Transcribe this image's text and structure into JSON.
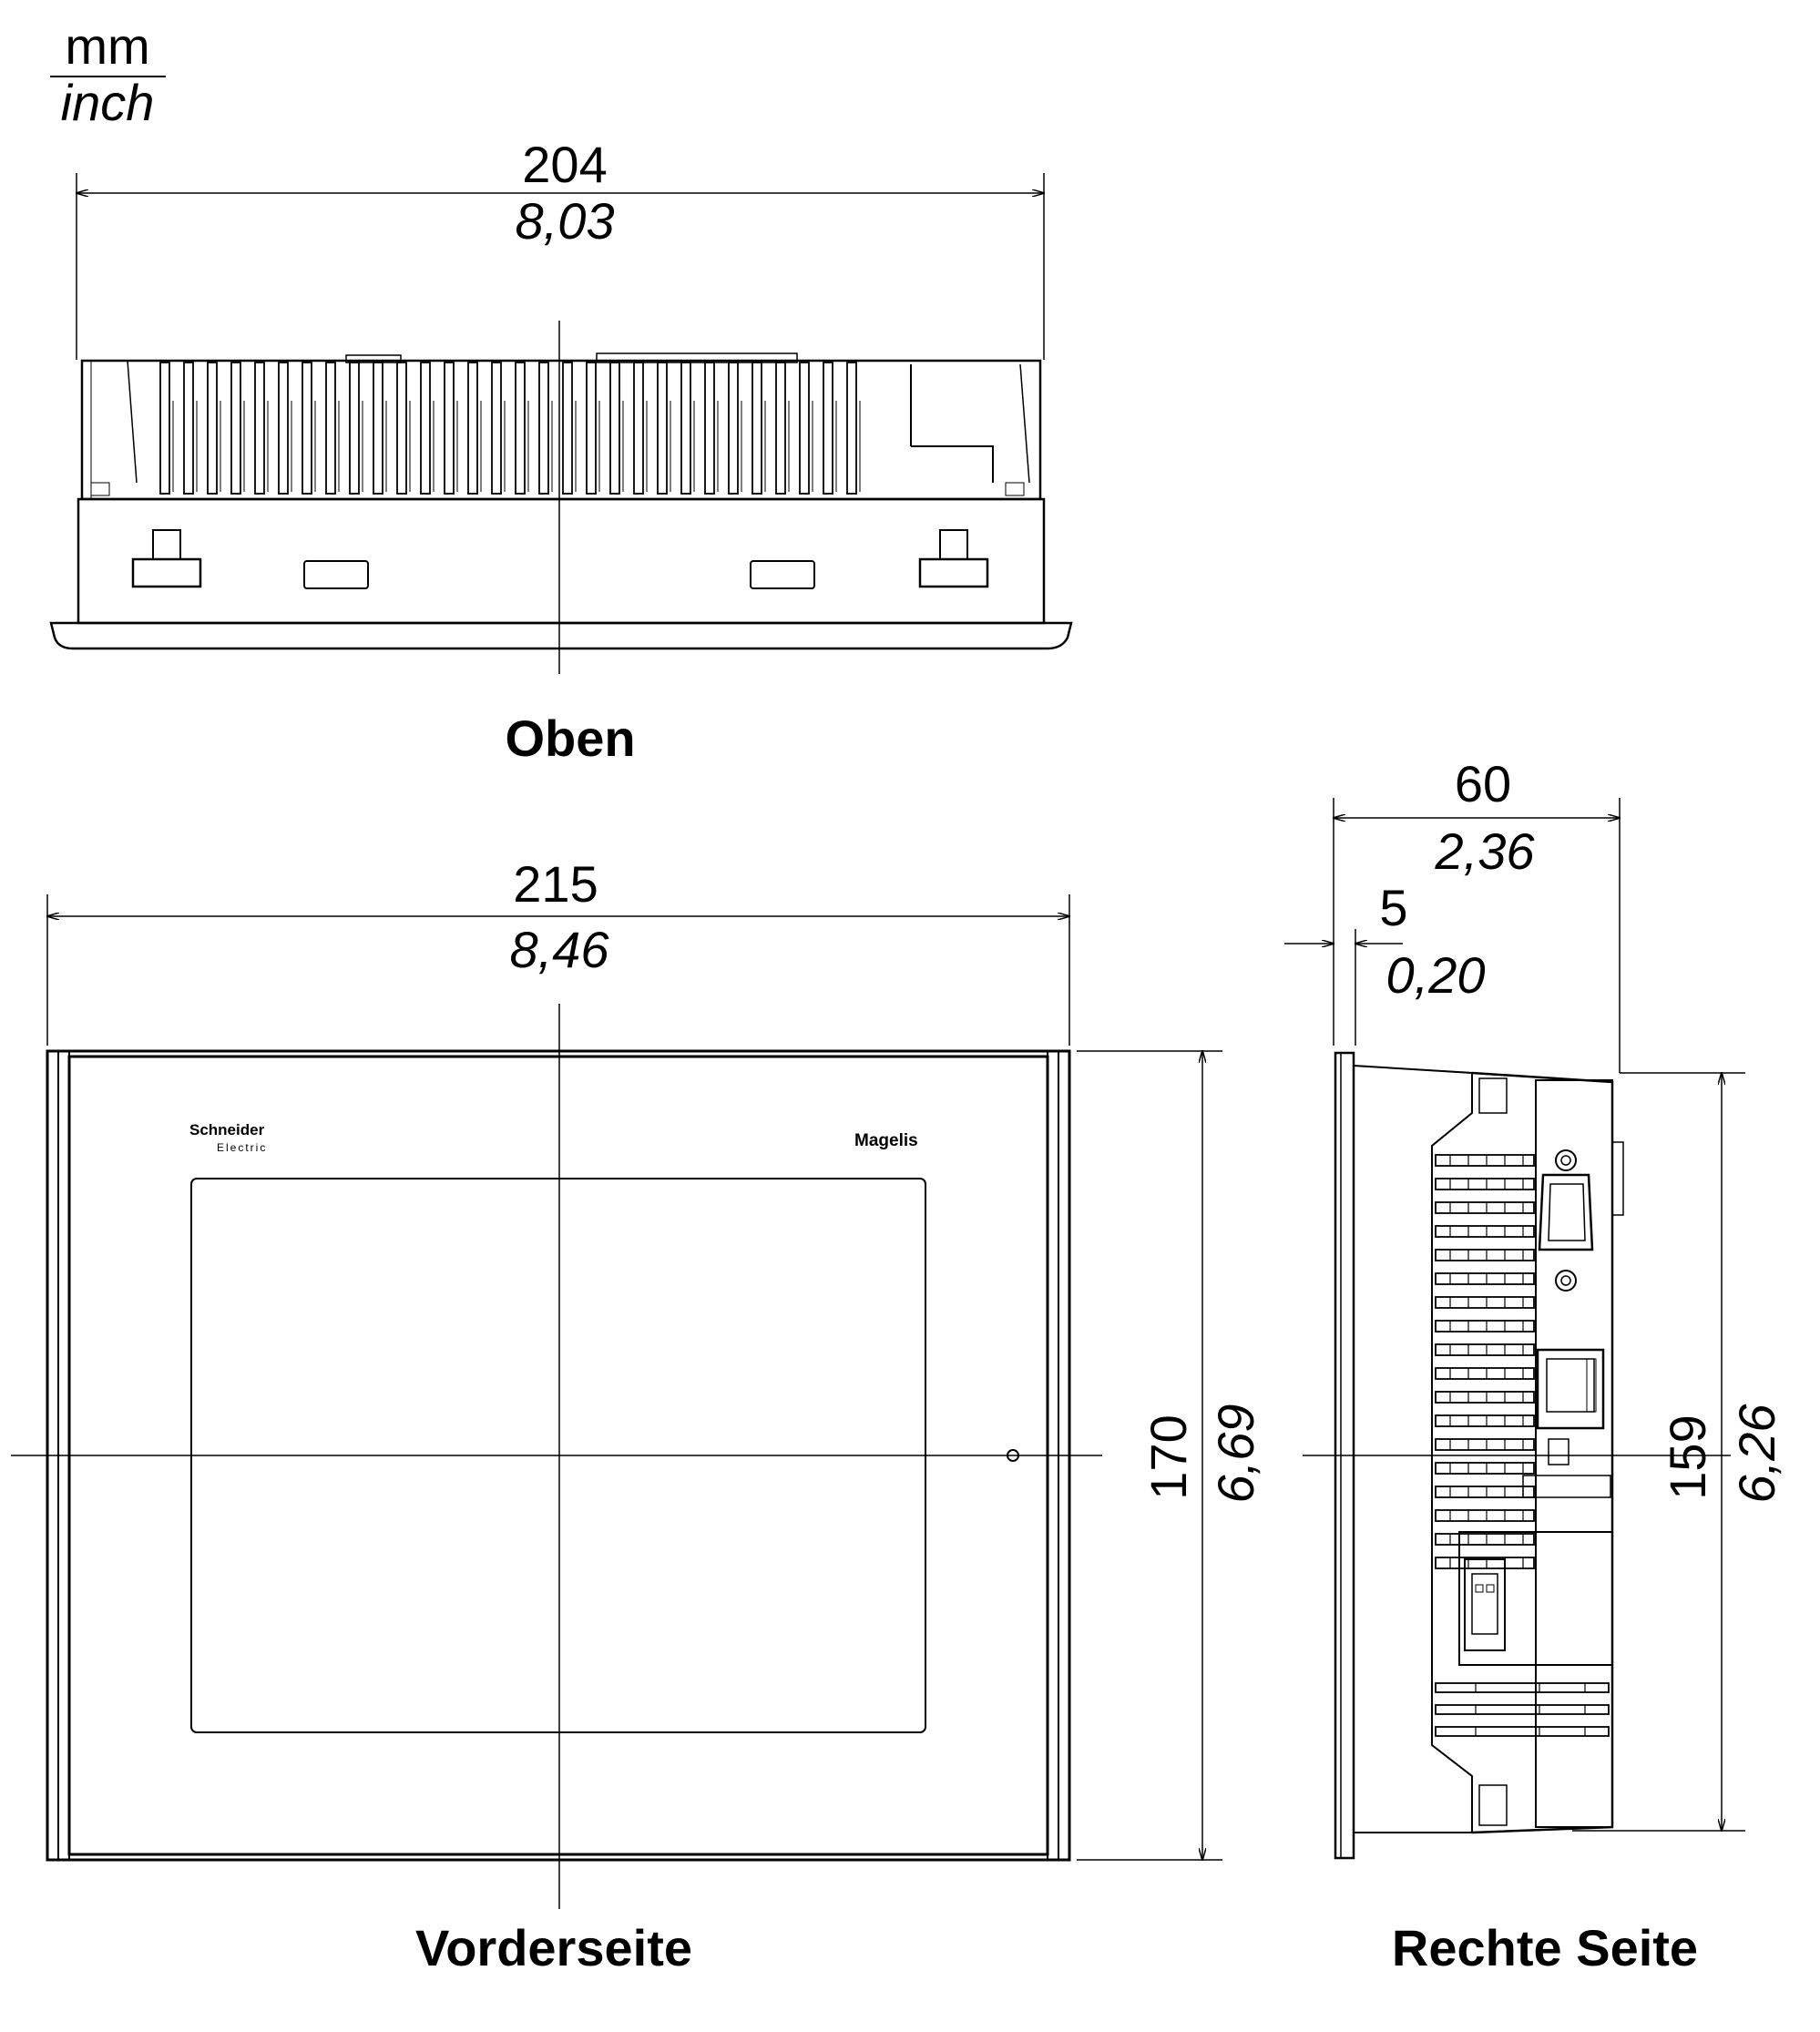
{
  "units": {
    "metric": "mm",
    "imperial": "inch"
  },
  "views": {
    "top": {
      "label": "Oben",
      "width_mm": "204",
      "width_inch": "8,03"
    },
    "front": {
      "label": "Vorderseite",
      "width_mm": "215",
      "width_inch": "8,46",
      "height_mm": "170",
      "height_inch": "6,69",
      "logo_brand": "Schneider",
      "logo_sub": "Electric",
      "product_name": "Magelis"
    },
    "side": {
      "label": "Rechte Seite",
      "depth_mm": "60",
      "depth_inch": "2,36",
      "bezel_mm": "5",
      "bezel_inch": "0,20",
      "height_mm": "159",
      "height_inch": "6,26"
    }
  }
}
